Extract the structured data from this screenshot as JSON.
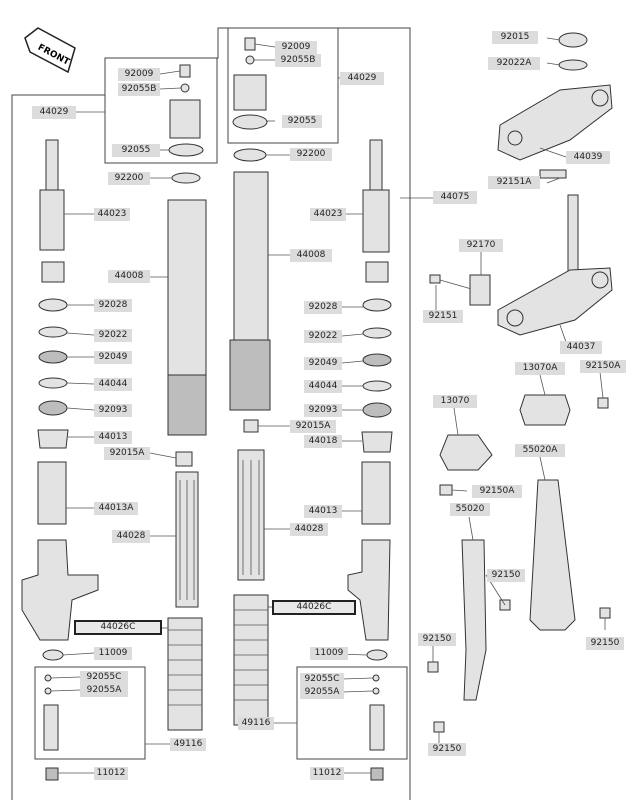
{
  "front_arrow": "FRONT",
  "labels": [
    {
      "text": "92015"
    },
    {
      "text": "92022A"
    },
    {
      "text": "44039"
    },
    {
      "text": "92151A"
    },
    {
      "text": "44075"
    },
    {
      "text": "92170"
    },
    {
      "text": "92151"
    },
    {
      "text": "44037"
    },
    {
      "text": "13070A"
    },
    {
      "text": "92150A"
    },
    {
      "text": "13070"
    },
    {
      "text": "92150A"
    },
    {
      "text": "55020A"
    },
    {
      "text": "55020"
    },
    {
      "text": "92150"
    },
    {
      "text": "92150"
    },
    {
      "text": "92150"
    },
    {
      "text": "92150"
    },
    {
      "text": "92009"
    },
    {
      "text": "92055B"
    },
    {
      "text": "92055"
    },
    {
      "text": "44029"
    },
    {
      "text": "92009"
    },
    {
      "text": "92055B"
    },
    {
      "text": "92055"
    },
    {
      "text": "44029"
    },
    {
      "text": "92200"
    },
    {
      "text": "92200"
    },
    {
      "text": "44023"
    },
    {
      "text": "44023"
    },
    {
      "text": "44008"
    },
    {
      "text": "44008"
    },
    {
      "text": "92028"
    },
    {
      "text": "92028"
    },
    {
      "text": "92022"
    },
    {
      "text": "92022"
    },
    {
      "text": "92049"
    },
    {
      "text": "92049"
    },
    {
      "text": "44044"
    },
    {
      "text": "44044"
    },
    {
      "text": "92093"
    },
    {
      "text": "92093"
    },
    {
      "text": "44013"
    },
    {
      "text": "92015A"
    },
    {
      "text": "44018"
    },
    {
      "text": "92015A"
    },
    {
      "text": "44013A"
    },
    {
      "text": "44028"
    },
    {
      "text": "44028"
    },
    {
      "text": "44013"
    },
    {
      "text": "44026C"
    },
    {
      "text": "44026C"
    },
    {
      "text": "11009"
    },
    {
      "text": "11009"
    },
    {
      "text": "92055C"
    },
    {
      "text": "92055A"
    },
    {
      "text": "92055C"
    },
    {
      "text": "92055A"
    },
    {
      "text": "49116"
    },
    {
      "text": "49116"
    },
    {
      "text": "11012"
    },
    {
      "text": "11012"
    }
  ]
}
